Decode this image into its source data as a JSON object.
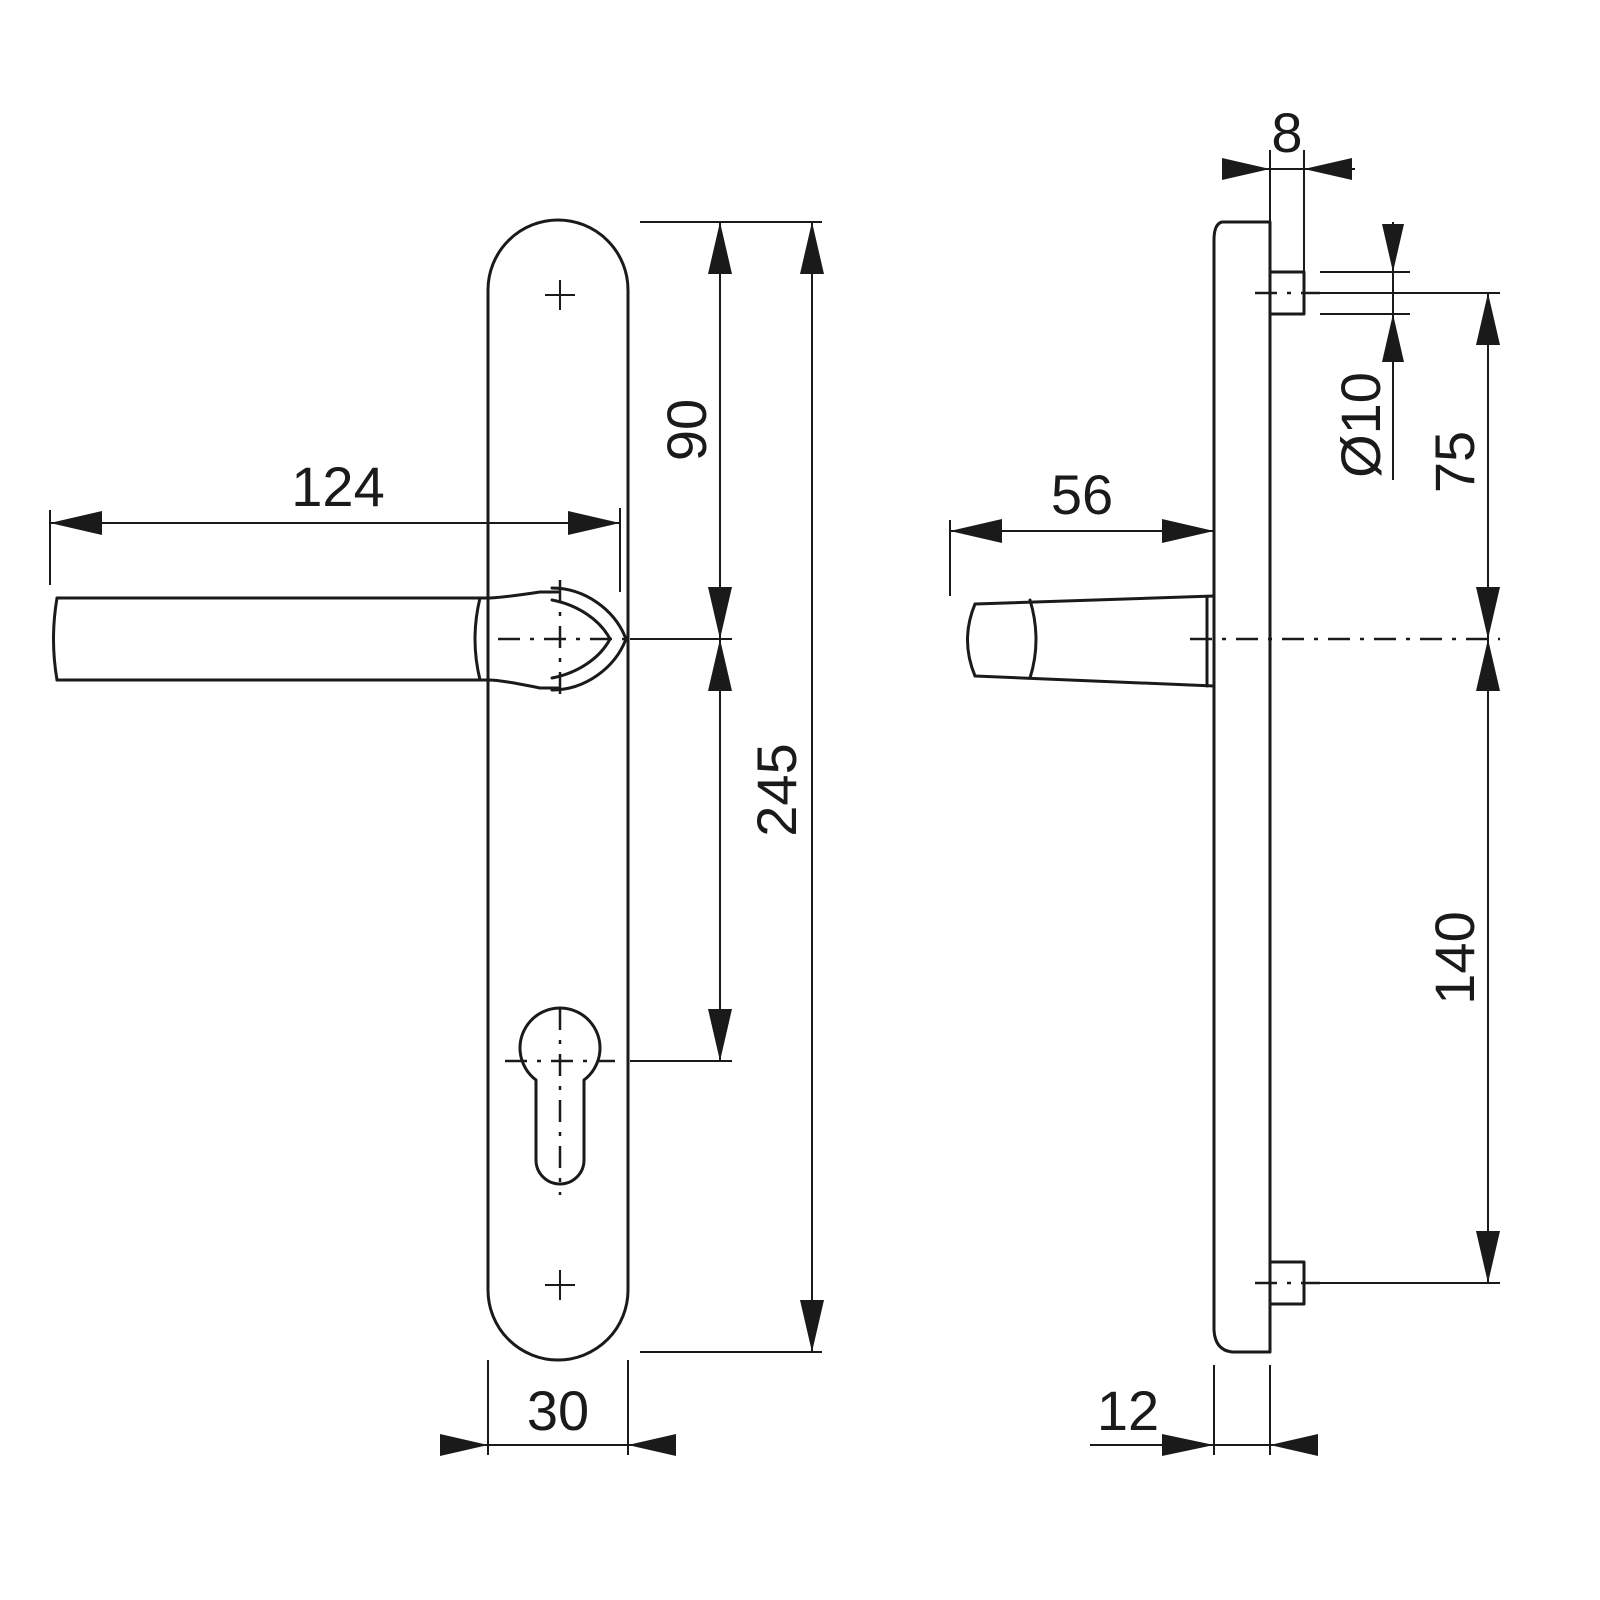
{
  "front_view": {
    "dimensions": {
      "handle_length": "124",
      "spindle_to_cylinder": "90",
      "plate_height": "245",
      "plate_width": "30"
    }
  },
  "side_view": {
    "dimensions": {
      "pin_offset": "8",
      "pin_diameter": "Ø10",
      "spindle_to_top_pin": "75",
      "handle_projection": "56",
      "spindle_to_bottom_pin": "140",
      "plate_thickness": "12"
    }
  }
}
